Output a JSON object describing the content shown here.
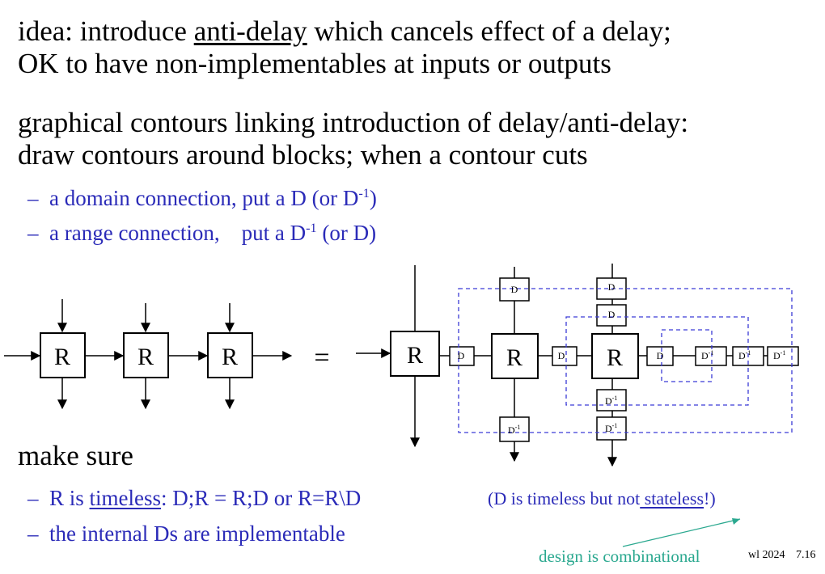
{
  "heading": {
    "l1_pre": "idea: introduce ",
    "l1_ul": "anti-delay",
    "l1_post": " which cancels effect of a delay;",
    "l2": "OK to have non-implementables at inputs or outputs",
    "l3": "graphical contours linking introduction of delay/anti-delay:",
    "l4": "draw contours around blocks; when a contour cuts"
  },
  "bullets": {
    "dash": "–",
    "b1_pre": "a domain connection, put a D (or D",
    "b1_sup": "-1",
    "b1_post": ")",
    "b2_pre": "a range connection,    put a D",
    "b2_sup": "-1",
    "b2_post": " (or D)"
  },
  "diagram": {
    "r": "R",
    "eq": "=",
    "d": "D",
    "dinv": "D",
    "inv_sup": "-1"
  },
  "makesure": {
    "title": "make sure",
    "b1_pre": "R is ",
    "b1_ul": "timeless",
    "b1_post": ": D;R = R;D or R=R\\D",
    "b1_note_pre": "(D is timeless but not",
    "b1_note_ul": " stateless",
    "b1_note_post": "!)",
    "b2": "the internal Ds are implementable"
  },
  "annotation": "design is combinational",
  "footer": {
    "author": "wl 2024",
    "page": "7.16"
  },
  "colors": {
    "blue": "#2b2bb8",
    "green": "#2aa88f",
    "contour": "#3b3bd6"
  }
}
